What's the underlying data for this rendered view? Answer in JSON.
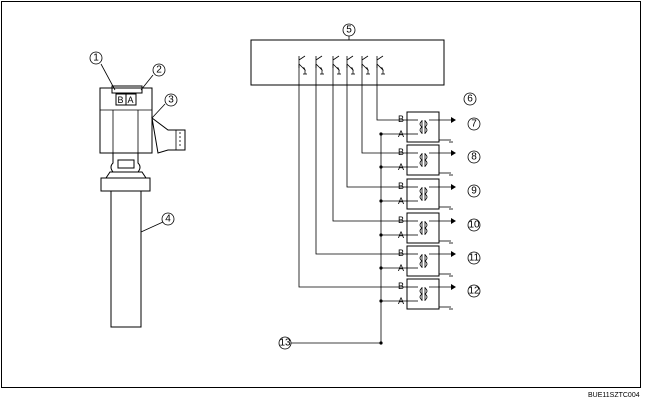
{
  "callouts": {
    "c1": "1",
    "c2": "2",
    "c3": "3",
    "c4": "4",
    "c5": "5",
    "c6": "6",
    "c7": "7",
    "c8": "8",
    "c9": "9",
    "c10": "10",
    "c11": "11",
    "c12": "12",
    "c13": "13"
  },
  "connector_pins": {
    "b": "B",
    "a": "A"
  },
  "coil_pins": {
    "b": "B",
    "a": "A"
  },
  "image_code": "BUE11SZTC004"
}
